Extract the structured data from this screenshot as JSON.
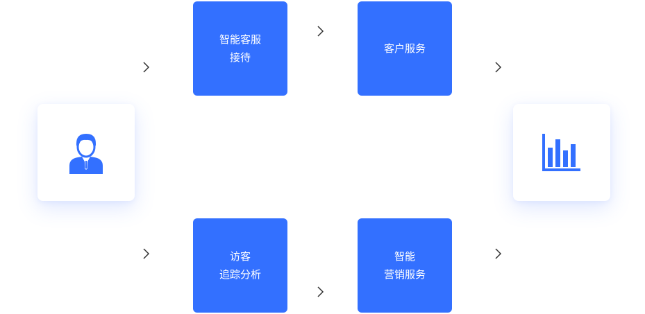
{
  "colors": {
    "node_blue": "#3370ff",
    "icon_blue": "#3370ff",
    "arrow": "#333333",
    "card_bg": "#ffffff"
  },
  "icons": {
    "left": "user-avatar-icon",
    "right": "bar-chart-icon",
    "arrow": "chevron-right-icon"
  },
  "nodes": [
    {
      "lines": [
        "智能客服",
        "接待"
      ]
    },
    {
      "lines": [
        "客户服务"
      ]
    },
    {
      "lines": [
        "访客",
        "追踪分析"
      ]
    },
    {
      "lines": [
        "智能",
        "营销服务"
      ]
    }
  ]
}
